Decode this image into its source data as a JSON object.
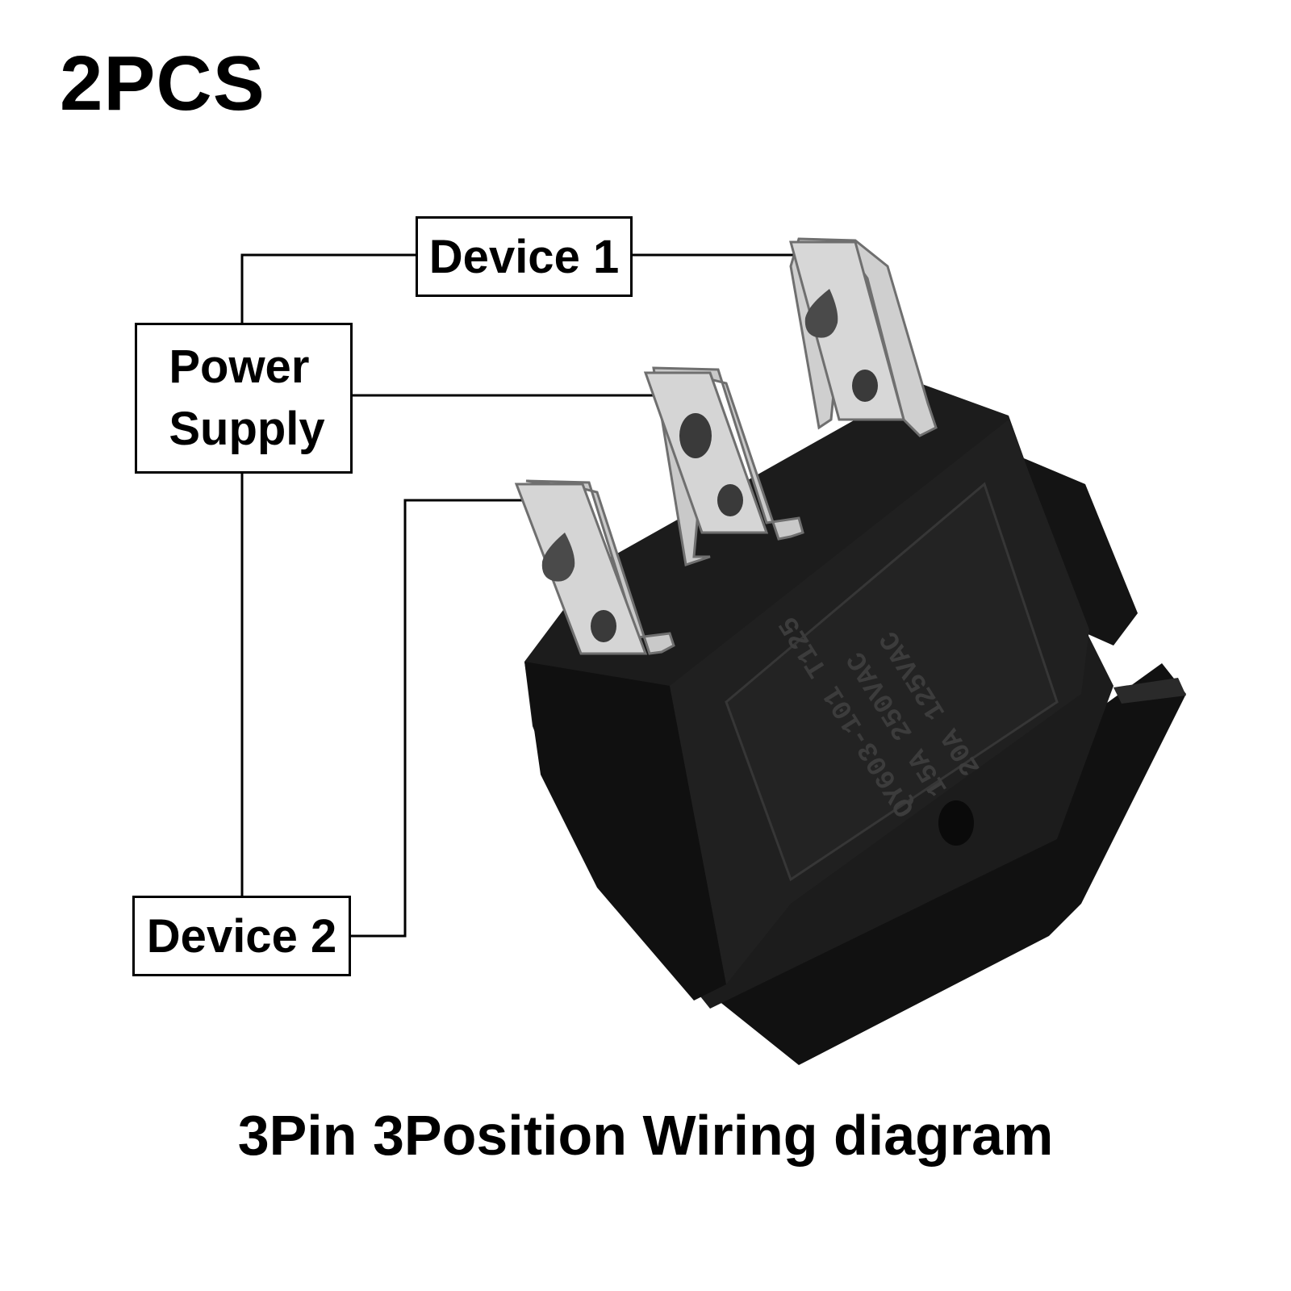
{
  "heading": "2PCS",
  "caption": "3Pin 3Position Wiring diagram",
  "labels": {
    "device1": "Device 1",
    "power_line1": "Power",
    "power_line2": "Supply",
    "device2": "Device 2"
  },
  "switch_marking": {
    "line1": "QY603-101 T125",
    "line2": "15A 250VAC",
    "line3": "20A 125VAC"
  },
  "colors": {
    "wire": "#000000",
    "switch_body": "#1a1a1a",
    "terminal": "#c9c9c9"
  }
}
